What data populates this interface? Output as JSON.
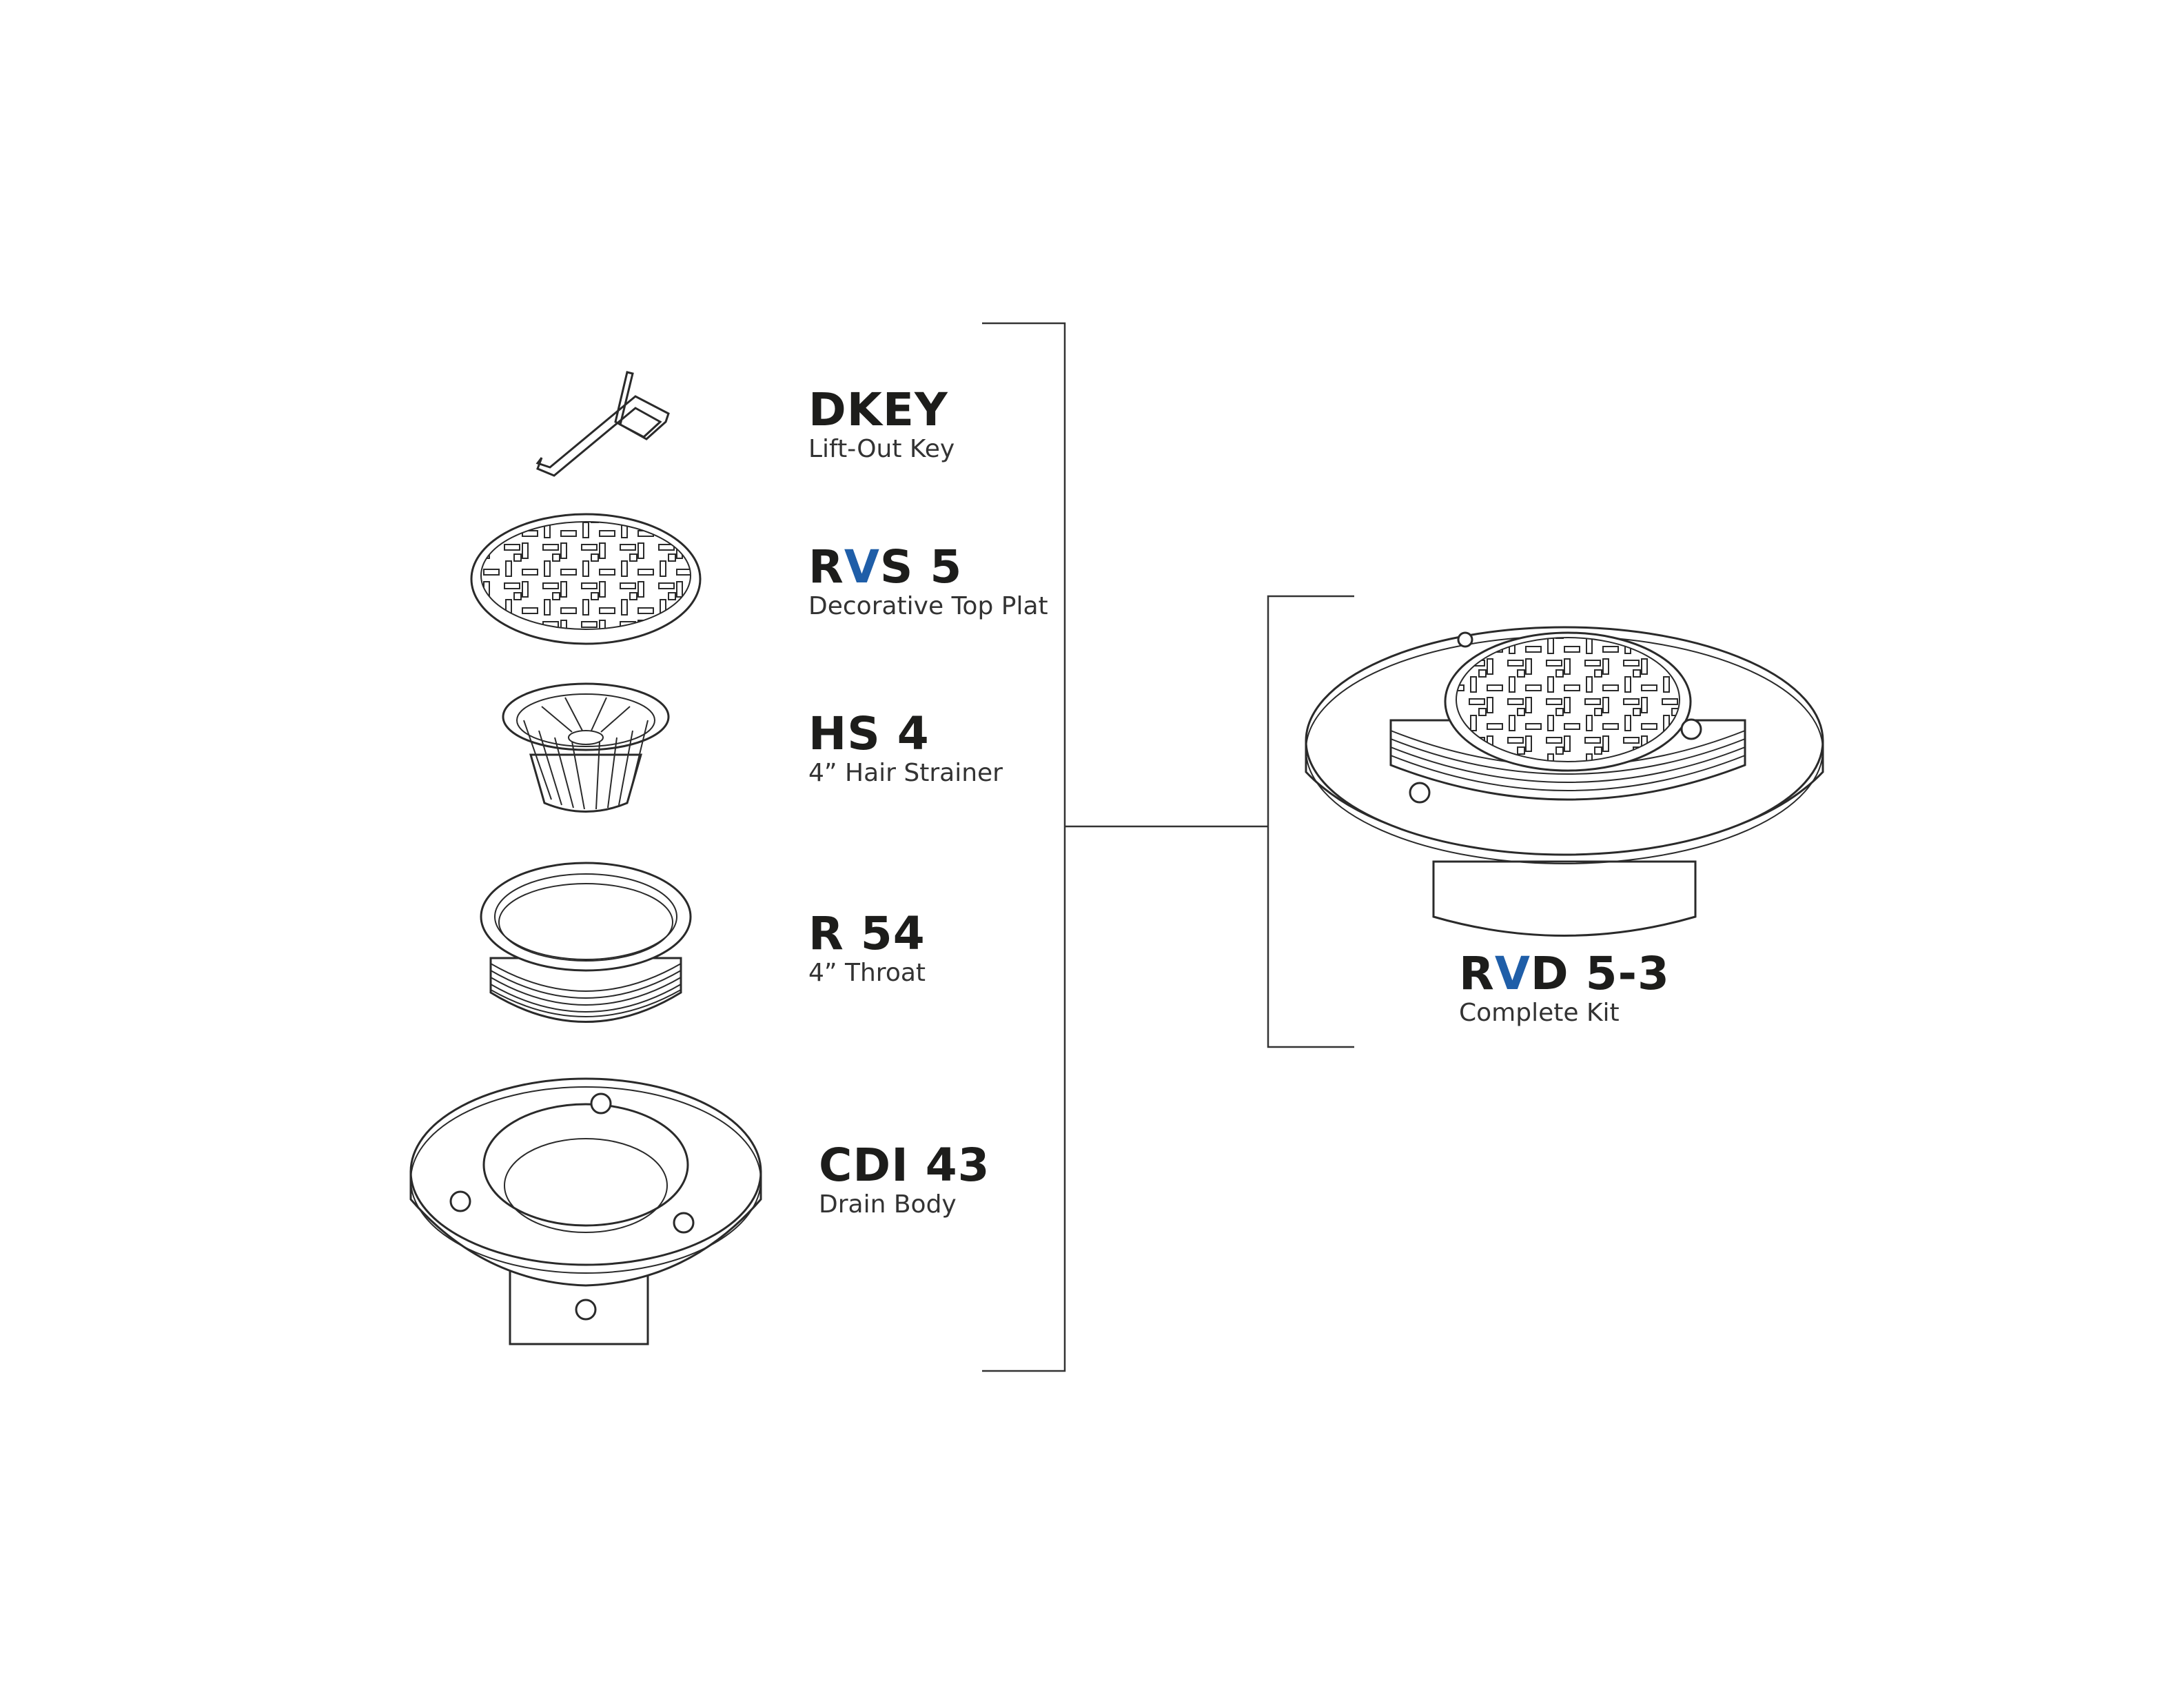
{
  "colors": {
    "accent": "#1f5ea8",
    "text": "#1d1d1b",
    "lines": "#2a2a2a"
  },
  "parts": [
    {
      "id": "dkey",
      "code_pre": "DKEY",
      "code_hl": "",
      "code_post": "",
      "desc": "Lift-Out Key"
    },
    {
      "id": "rvs5",
      "code_pre": "R",
      "code_hl": "V",
      "code_post": "S 5",
      "desc": "Decorative Top Plat"
    },
    {
      "id": "hs4",
      "code_pre": "HS 4",
      "code_hl": "",
      "code_post": "",
      "desc": "4” Hair Strainer"
    },
    {
      "id": "r54",
      "code_pre": "R 54",
      "code_hl": "",
      "code_post": "",
      "desc": "4” Throat"
    },
    {
      "id": "cdi43",
      "code_pre": "CDI 43",
      "code_hl": "",
      "code_post": "",
      "desc": "Drain Body"
    }
  ],
  "kit": {
    "code_pre": "R",
    "code_hl": "V",
    "code_post": "D 5-3",
    "desc": "Complete Kit"
  }
}
